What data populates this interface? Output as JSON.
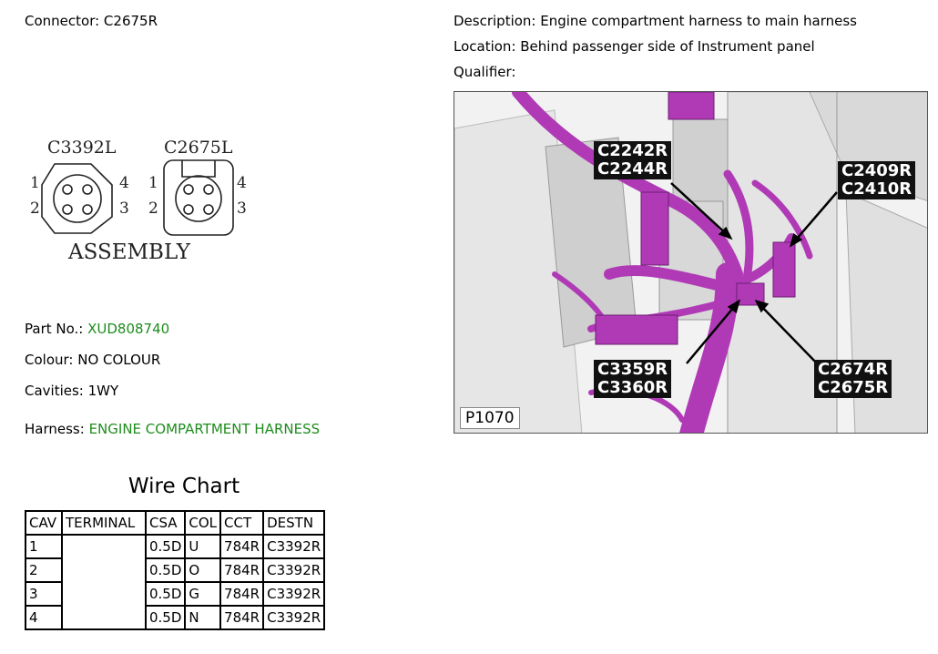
{
  "header": {
    "connector": "Connector: C2675R",
    "description": "Description: Engine compartment harness to main harness",
    "location": "Location: Behind passenger side of Instrument panel",
    "qualifier": "Qualifier:"
  },
  "diagram": {
    "left_label": "C3392L",
    "right_label": "C2675L",
    "pins": [
      "1",
      "2",
      "3",
      "4"
    ],
    "assembly": "ASSEMBLY"
  },
  "details": {
    "part_label": "Part No.:",
    "part_value": "XUD808740",
    "colour": "Colour: NO COLOUR",
    "cavities": "Cavities: 1WY",
    "harness_label": "Harness:",
    "harness_value": "ENGINE COMPARTMENT HARNESS"
  },
  "photo": {
    "callouts": [
      [
        "C2242R",
        "C2244R"
      ],
      [
        "C2409R",
        "C2410R"
      ],
      [
        "C3359R",
        "C3360R"
      ],
      [
        "C2674R",
        "C2675R"
      ]
    ],
    "ref": "P1070"
  },
  "wire_chart": {
    "title": "Wire Chart",
    "headers": [
      "CAV",
      "TERMINAL",
      "CSA",
      "COL",
      "CCT",
      "DESTN"
    ],
    "rows": [
      [
        "1",
        "",
        "0.5D",
        "U",
        "784R",
        "C3392R"
      ],
      [
        "2",
        "",
        "0.5D",
        "O",
        "784R",
        "C3392R"
      ],
      [
        "3",
        "",
        "0.5D",
        "G",
        "784R",
        "C3392R"
      ],
      [
        "4",
        "",
        "0.5D",
        "N",
        "784R",
        "C3392R"
      ]
    ]
  },
  "colors": {
    "link_green": "#1e8c1e",
    "harness_magenta": "#b03ab6"
  }
}
